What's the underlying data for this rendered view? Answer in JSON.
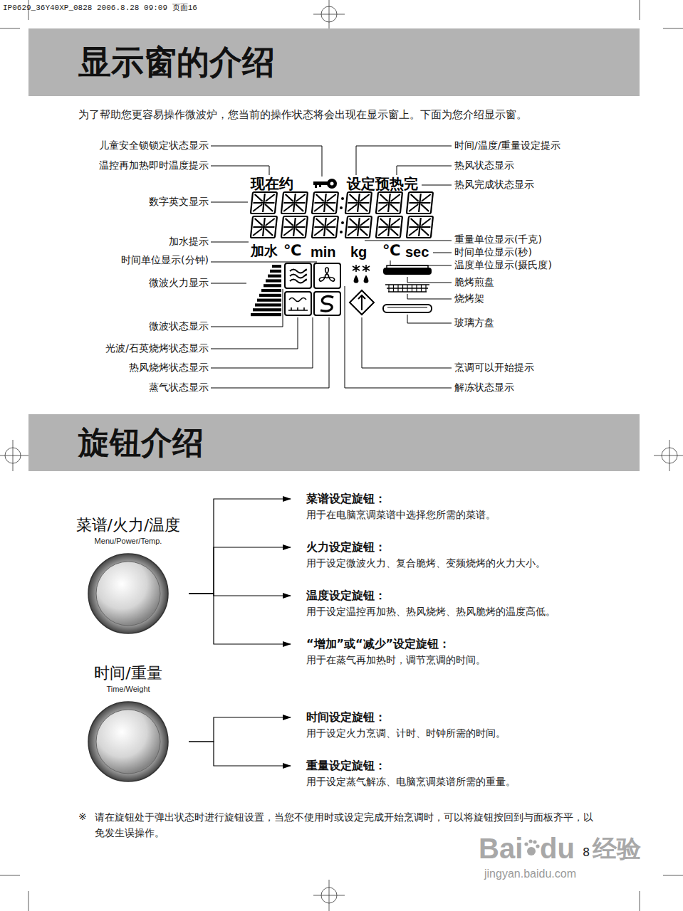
{
  "diagram": {
    "nodes": [
      {
        "text": [
          "显示窗的介绍"
        ]
      },
      {
        "text": [
          "旋钮介绍"
        ]
      },
      {
        "text": [
          "菜谱/火力/温度",
          "Menu/Power/Temp."
        ]
      },
      {
        "text": [
          "菜谱设定旋钮：",
          "用于在电脑烹调菜谱中选择您所需的菜谱。"
        ]
      },
      {
        "text": [
          "火力设定旋钮：",
          "用于设定微波火力、复合脆烤、变频烧烤的火力大小。"
        ]
      },
      {
        "text": [
          "温度设定旋钮：",
          "用于设定温控再加热、热风烧烤、热风脆烤的温度高低。"
        ]
      },
      {
        "text": [
          "“增加”或“减少”设定旋钮：",
          "用于在蒸气再加热时，调节烹调的时间。"
        ]
      },
      {
        "text": [
          "时间/重量",
          "Time/Weight"
        ]
      },
      {
        "text": [
          "时间设定旋钮：",
          "用于设定火力烹调、计时、时钟所需的时间。"
        ]
      },
      {
        "text": [
          "重量设定旋钮：",
          "用于设定蒸气解冻、电脑烹调菜谱所需的重量。"
        ]
      }
    ],
    "edges": [
      {
        "from": 2,
        "to": 3,
        "arrow": "to"
      },
      {
        "from": 2,
        "to": 4,
        "arrow": "to"
      },
      {
        "from": 2,
        "to": 5,
        "arrow": "to"
      },
      {
        "from": 2,
        "to": 6,
        "arrow": "to"
      },
      {
        "from": 7,
        "to": 8,
        "arrow": "to"
      },
      {
        "from": 7,
        "to": 9,
        "arrow": "to"
      }
    ],
    "labels": [
      "IP0629_36Y40XP_0828 2006.8.28 09:09 页面16",
      "为了帮助您更容易操作微波炉，您当前的操作状态将会出现在显示窗上。下面为您介绍显示窗。",
      "儿童安全锁锁定状态显示",
      "温控再加热即时温度提示",
      "数字英文显示",
      "加水提示",
      "时间单位显示(分钟)",
      "微波火力显示",
      "微波状态显示",
      "光波/石英烧烤状态显示",
      "热风烧烤状态显示",
      "蒸气状态显示",
      "时间/温度/重量设定提示",
      "热风状态显示",
      "热风完成状态显示",
      "重量单位显示(千克)",
      "时间单位显示(秒)",
      "温度单位显示(摄氏度)",
      "脆烤煎盘",
      "烧烤架",
      "玻璃方盘",
      "烹调可以开始提示",
      "解冻状态显示",
      "现在约",
      "设定预热完",
      "加水",
      "℃",
      "min",
      "kg",
      "℃",
      "sec",
      "※",
      "请在旋钮处于弹出状态时进行旋钮设置，当您不使用时或设定完成开始烹调时，可以将旋钮按回到与面板齐平，以免发生误操作。",
      "8",
      "Bai",
      "du",
      "经验",
      "jingyan.baidu.com"
    ]
  }
}
